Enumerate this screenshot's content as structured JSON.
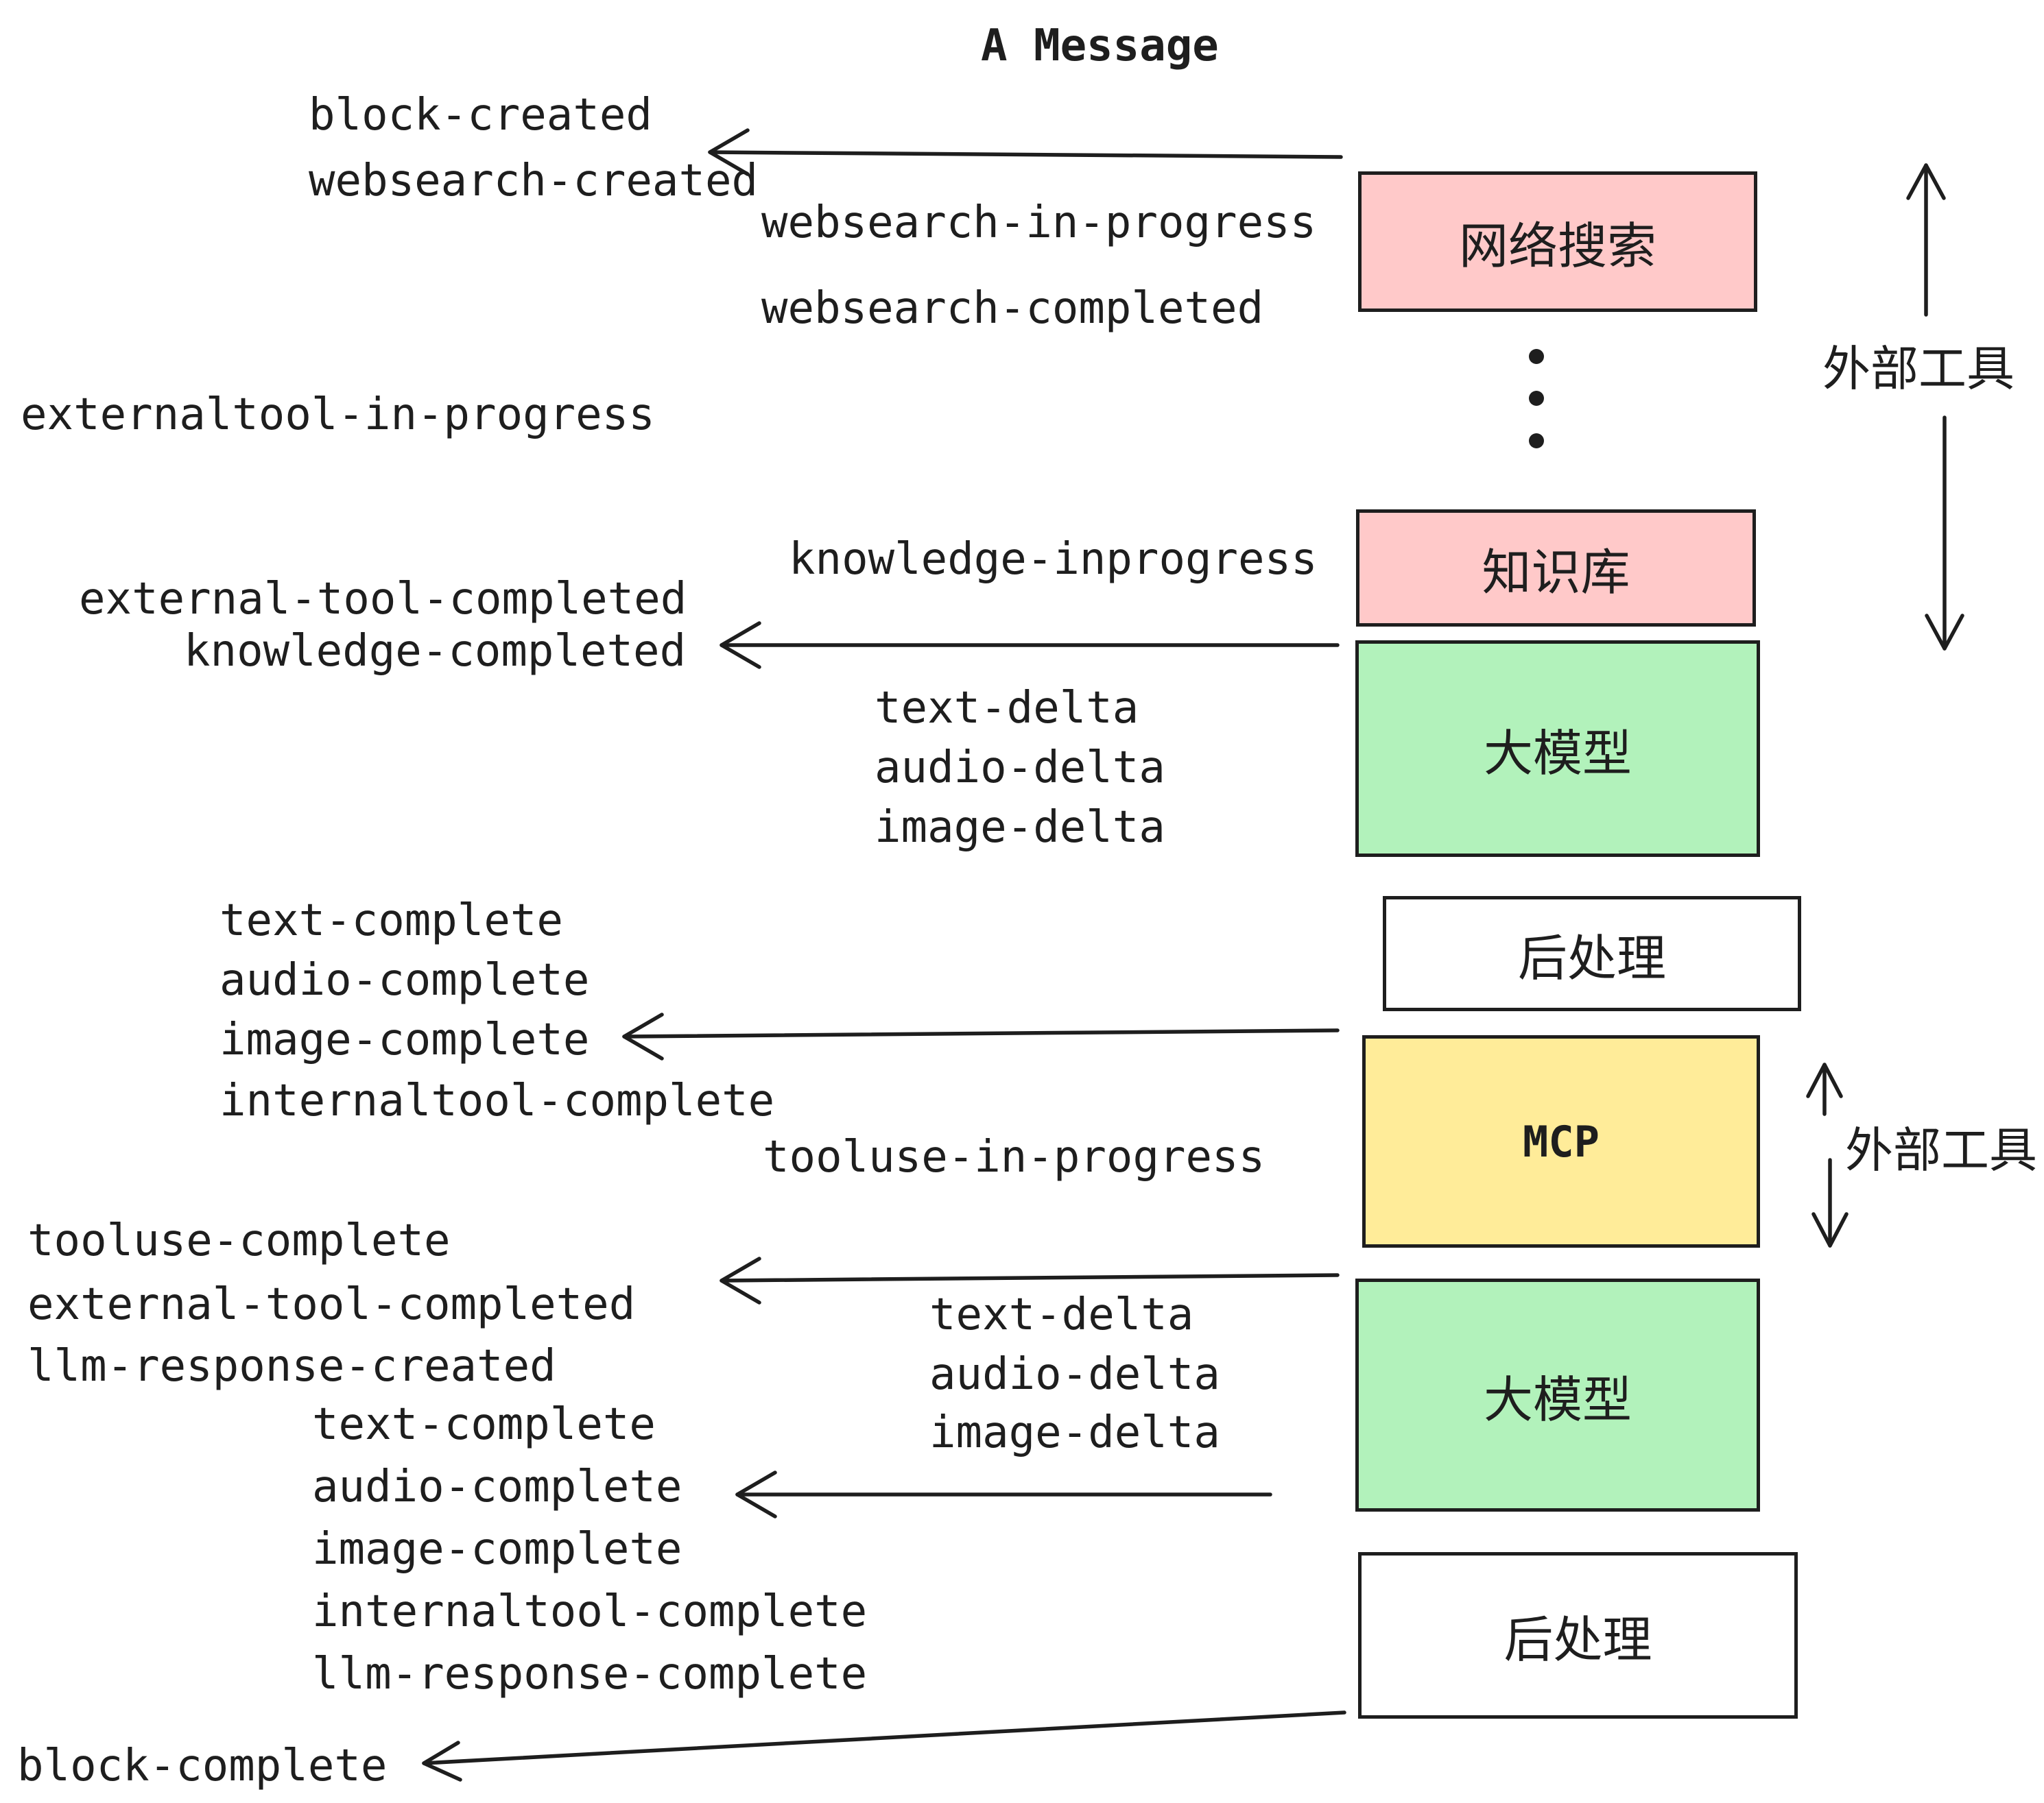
{
  "title": "A Message",
  "colors": {
    "background": "#ffffff",
    "stroke": "#1e1e1e",
    "box_pink": "#ffc9c9",
    "box_green": "#b2f2bb",
    "box_yellow": "#ffec99",
    "box_white": "#ffffff"
  },
  "boxes": [
    {
      "label": "网络搜索",
      "color": "pink"
    },
    {
      "label": "知识库",
      "color": "pink"
    },
    {
      "label": "大模型",
      "color": "green"
    },
    {
      "label": "后处理",
      "color": "white"
    },
    {
      "label": "MCP",
      "color": "yellow"
    },
    {
      "label": "大模型",
      "color": "green"
    },
    {
      "label": "后处理",
      "color": "white"
    }
  ],
  "side_annotations": [
    {
      "label": "外部工具"
    },
    {
      "label": "外部工具"
    }
  ],
  "events": [
    "block-created",
    "websearch-created",
    "websearch-in-progress",
    "websearch-completed",
    "externaltool-in-progress",
    "knowledge-inprogress",
    "external-tool-completed",
    "knowledge-completed",
    "text-delta",
    "audio-delta",
    "image-delta",
    "text-complete",
    "audio-complete",
    "image-complete",
    "internaltool-complete",
    "tooluse-in-progress",
    "tooluse-complete",
    "external-tool-completed",
    "llm-response-created",
    "text-delta",
    "audio-delta",
    "image-delta",
    "text-complete",
    "audio-complete",
    "image-complete",
    "internaltool-complete",
    "llm-response-complete",
    "block-complete"
  ],
  "icons": {
    "vertical_ellipsis": "⋮"
  }
}
